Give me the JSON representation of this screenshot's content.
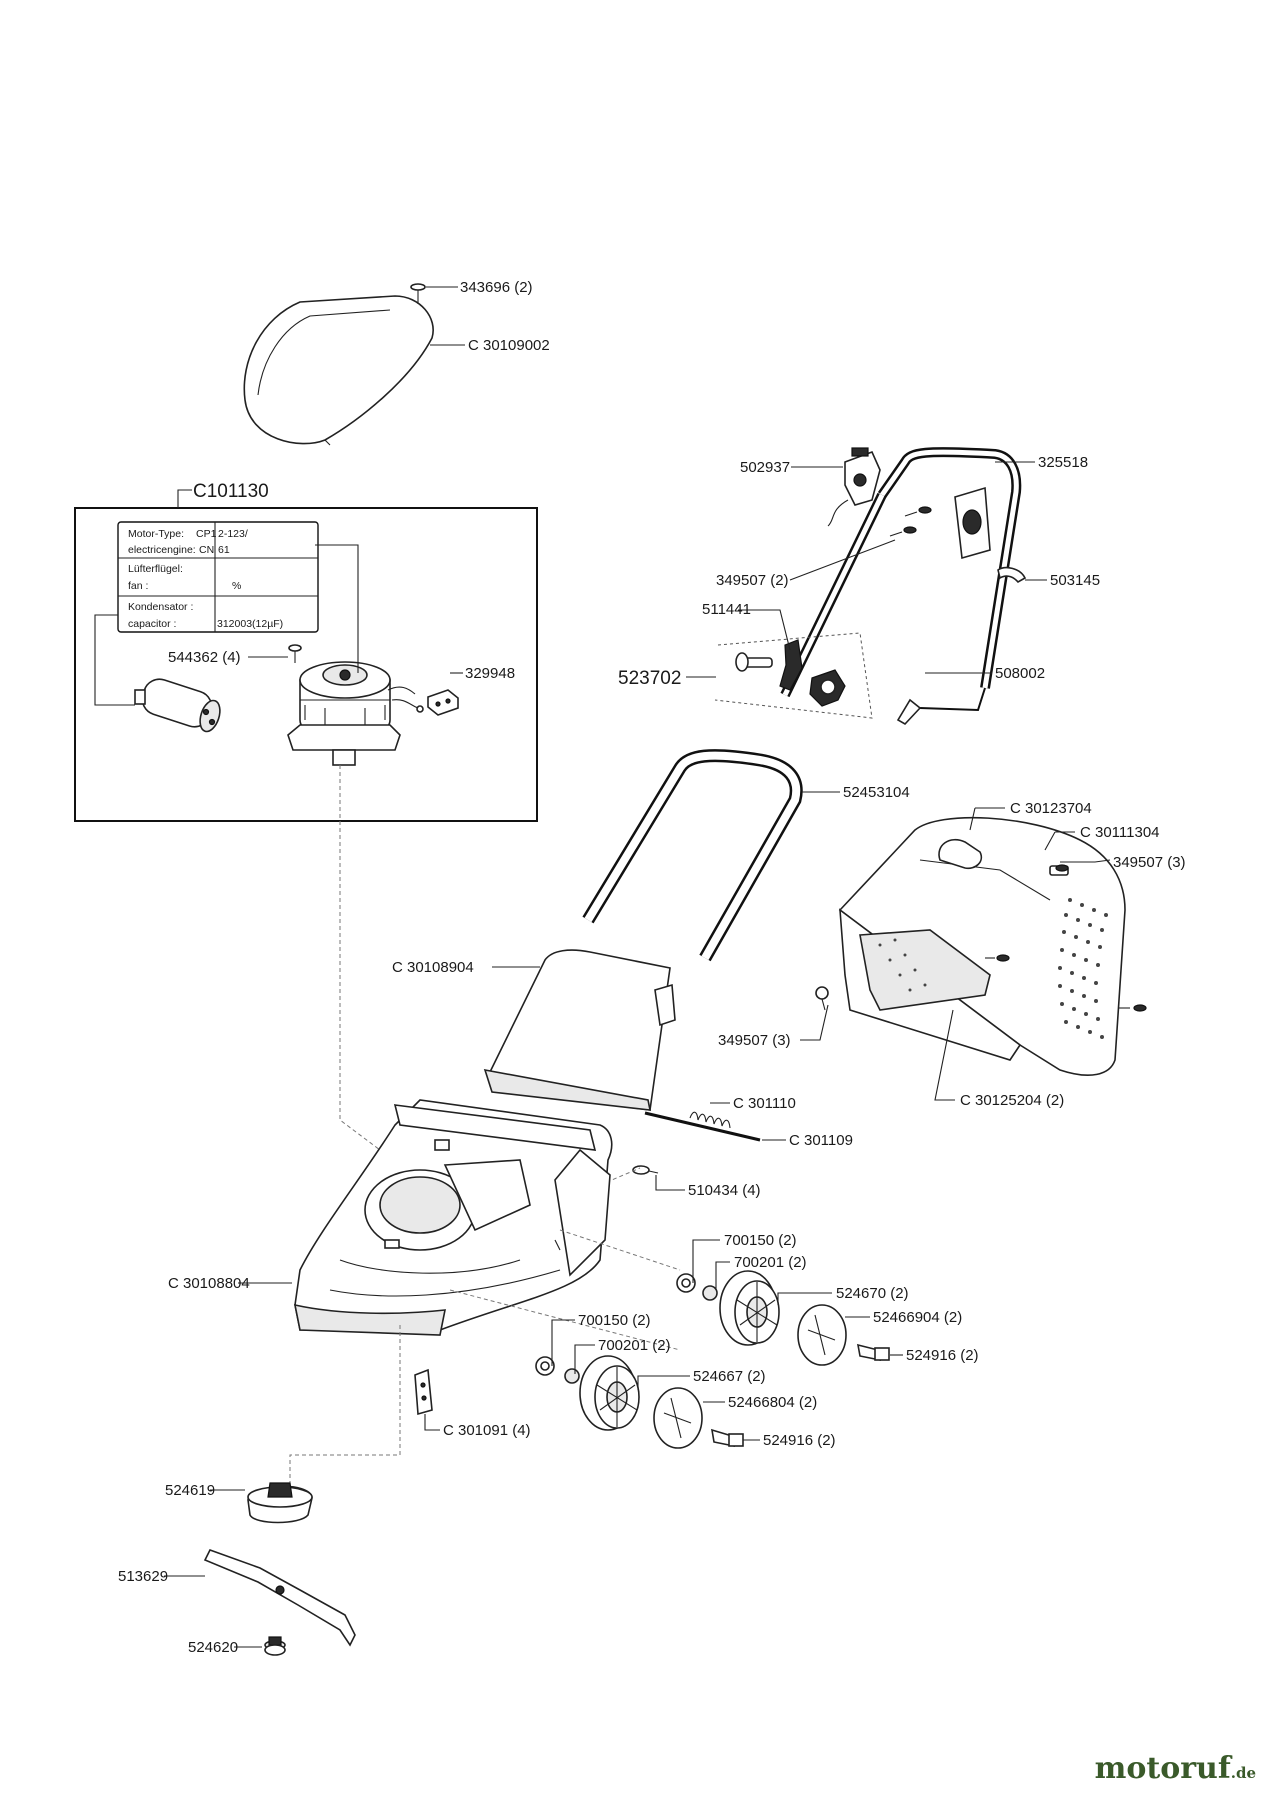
{
  "labels": {
    "p343696": "343696 (2)",
    "c30109002": "C 30109002",
    "c101130": "C101130",
    "p502937": "502937",
    "p325518": "325518",
    "p349507_2": "349507 (2)",
    "p503145": "503145",
    "p511441": "511441",
    "p523702": "523702",
    "p508002": "508002",
    "p544362": "544362 (4)",
    "p329948": "329948",
    "p52453104": "52453104",
    "c30123704": "C 30123704",
    "c30111304": "C 30111304",
    "p349507_3a": "349507 (3)",
    "c30108904": "C 30108904",
    "p349507_3b": "349507 (3)",
    "c30125204": "C 30125204 (2)",
    "c301110": "C 301110",
    "c301109": "C 301109",
    "p510434": "510434 (4)",
    "p700150a": "700150 (2)",
    "p700201a": "700201 (2)",
    "p524670": "524670 (2)",
    "p52466904": "52466904 (2)",
    "p524916a": "524916 (2)",
    "c30108804": "C 30108804",
    "p700150b": "700150 (2)",
    "p700201b": "700201 (2)",
    "p524667": "524667 (2)",
    "p52466804": "52466804 (2)",
    "p524916b": "524916 (2)",
    "c301091": "C 301091 (4)",
    "p524619": "524619",
    "p513629": "513629",
    "p524620": "524620"
  },
  "spec_table": {
    "motor_type_label": "Motor-Type:",
    "motor_type_prefix": "CP1",
    "motor_type_value": "2-123/",
    "electric_engine_label": "electricengine:",
    "electric_engine_prefix": "CN",
    "electric_engine_value": "61",
    "fan_de_label": "Lüfterflügel:",
    "fan_en_label": "fan :",
    "fan_value": "%",
    "capacitor_de_label": "Kondensator :",
    "capacitor_en_label": "capacitor :",
    "capacitor_value": "312003(12µF)"
  },
  "brand": {
    "name": "motoruf",
    "tld": ".de"
  }
}
